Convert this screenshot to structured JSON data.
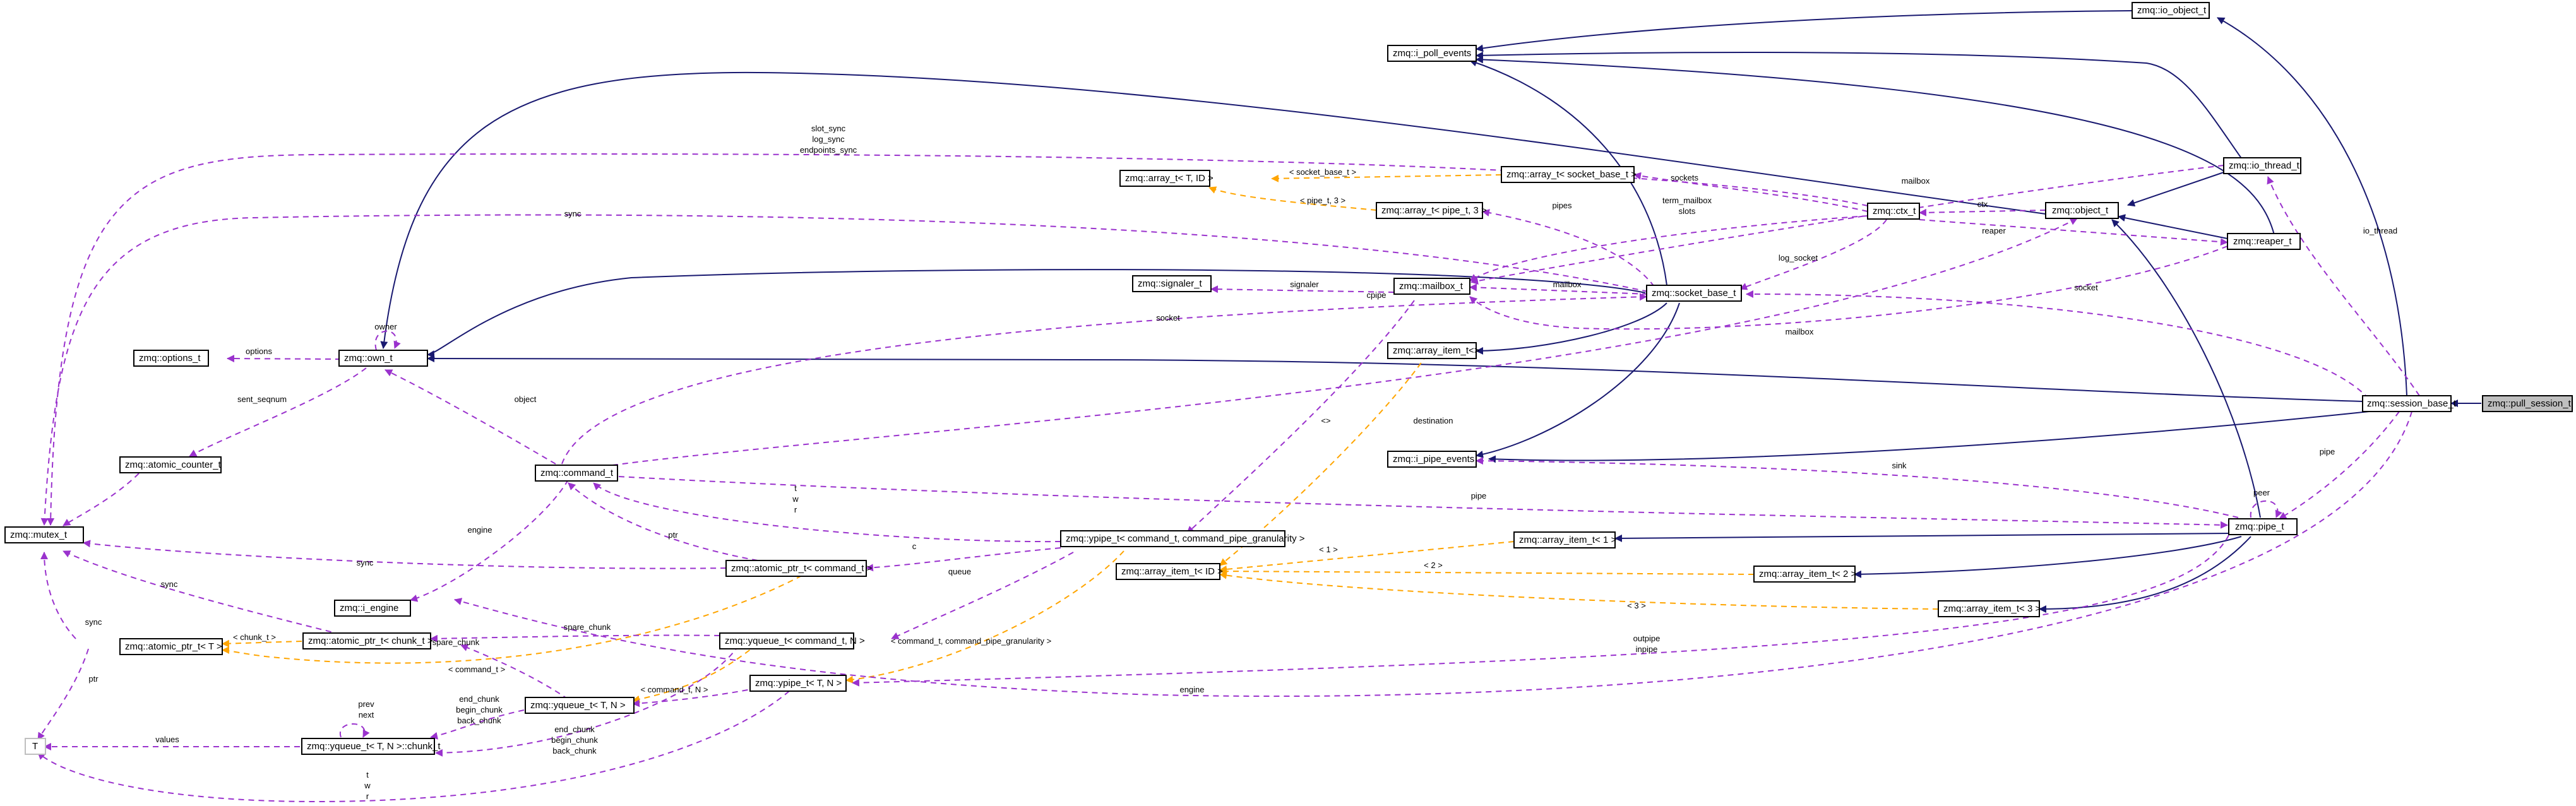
{
  "colors": {
    "inheritance": "#191970",
    "usage": "#9a32cd",
    "template": "#ffa500",
    "highlight": "#bfbfbf"
  },
  "nodes": [
    {
      "id": "pull",
      "label": "zmq::pull_session_t",
      "highlight": true
    },
    {
      "id": "session",
      "label": "zmq::session_base_t"
    },
    {
      "id": "ioobj",
      "label": "zmq::io_object_t"
    },
    {
      "id": "ipoll",
      "label": "zmq::i_poll_events"
    },
    {
      "id": "iothread",
      "label": "zmq::io_thread_t"
    },
    {
      "id": "object",
      "label": "zmq::object_t"
    },
    {
      "id": "reaper",
      "label": "zmq::reaper_t"
    },
    {
      "id": "ctx",
      "label": "zmq::ctx_t"
    },
    {
      "id": "arrsock",
      "label": "zmq::array_t< socket_base_t >"
    },
    {
      "id": "arrT",
      "label": "zmq::array_t< T, ID >"
    },
    {
      "id": "arrpipe",
      "label": "zmq::array_t< pipe_t, 3 >"
    },
    {
      "id": "sig",
      "label": "zmq::signaler_t"
    },
    {
      "id": "mailbox",
      "label": "zmq::mailbox_t"
    },
    {
      "id": "sockbase",
      "label": "zmq::socket_base_t"
    },
    {
      "id": "options",
      "label": "zmq::options_t"
    },
    {
      "id": "own",
      "label": "zmq::own_t"
    },
    {
      "id": "aitem0",
      "label": "zmq::array_item_t<>"
    },
    {
      "id": "ipipe",
      "label": "zmq::i_pipe_events"
    },
    {
      "id": "atomcnt",
      "label": "zmq::atomic_counter_t"
    },
    {
      "id": "cmd",
      "label": "zmq::command_t"
    },
    {
      "id": "mutex",
      "label": "zmq::mutex_t"
    },
    {
      "id": "ypipecmd",
      "label": "zmq::ypipe_t< command_t, command_pipe_granularity >"
    },
    {
      "id": "aitem1",
      "label": "zmq::array_item_t< 1 >"
    },
    {
      "id": "pipe",
      "label": "zmq::pipe_t"
    },
    {
      "id": "aitemID",
      "label": "zmq::array_item_t< ID >"
    },
    {
      "id": "aitem2",
      "label": "zmq::array_item_t< 2 >"
    },
    {
      "id": "iengine",
      "label": "zmq::i_engine"
    },
    {
      "id": "atomptrcmd",
      "label": "zmq::atomic_ptr_t< command_t >"
    },
    {
      "id": "aitem3",
      "label": "zmq::array_item_t< 3 >"
    },
    {
      "id": "atomptrT",
      "label": "zmq::atomic_ptr_t< T >"
    },
    {
      "id": "atomptrchunk",
      "label": "zmq::atomic_ptr_t< chunk_t >"
    },
    {
      "id": "yqcmd",
      "label": "zmq::yqueue_t< command_t, N >"
    },
    {
      "id": "ypipeTN",
      "label": "zmq::ypipe_t< T, N >"
    },
    {
      "id": "yqTN",
      "label": "zmq::yqueue_t< T, N >"
    },
    {
      "id": "chunk",
      "label": "zmq::yqueue_t< T, N >::chunk_t"
    },
    {
      "id": "T",
      "label": "T"
    }
  ],
  "edge_labels": {
    "slot_sync": "slot_sync",
    "log_sync": "log_sync",
    "endpoints_sync": "endpoints_sync",
    "socket_base_t": "< socket_base_t >",
    "sockets": "sockets",
    "mailbox": "mailbox",
    "pipe_t_3": "< pipe_t, 3 >",
    "pipes": "pipes",
    "term_mailbox": "term_mailbox",
    "slots": "slots",
    "ctx": "ctx",
    "reaper": "reaper",
    "io_thread": "io_thread",
    "sync": "sync",
    "log_socket": "log_socket",
    "signaler": "signaler",
    "socket": "socket",
    "owner": "owner",
    "options": "options",
    "cpipe": "cpipe",
    "sent_seqnum": "sent_seqnum",
    "object": "object",
    "destination": "destination",
    "angle": "<>",
    "sink": "sink",
    "peer": "peer",
    "pipe": "pipe",
    "t": "t",
    "w": "w",
    "r": "r",
    "c": "c",
    "ptr": "ptr",
    "engine": "engine",
    "one": "< 1 >",
    "two": "< 2 >",
    "three": "< 3 >",
    "queue": "queue",
    "chunk_t": "< chunk_t >",
    "spare_chunk": "spare_chunk",
    "command_t": "< command_t >",
    "command_t_N": "< command_t, N >",
    "command_t_gran": "< command_t, command_pipe_granularity >",
    "outpipe": "outpipe",
    "inpipe": "inpipe",
    "end_chunk": "end_chunk",
    "begin_chunk": "begin_chunk",
    "back_chunk": "back_chunk",
    "prev": "prev",
    "next": "next",
    "values": "values"
  }
}
